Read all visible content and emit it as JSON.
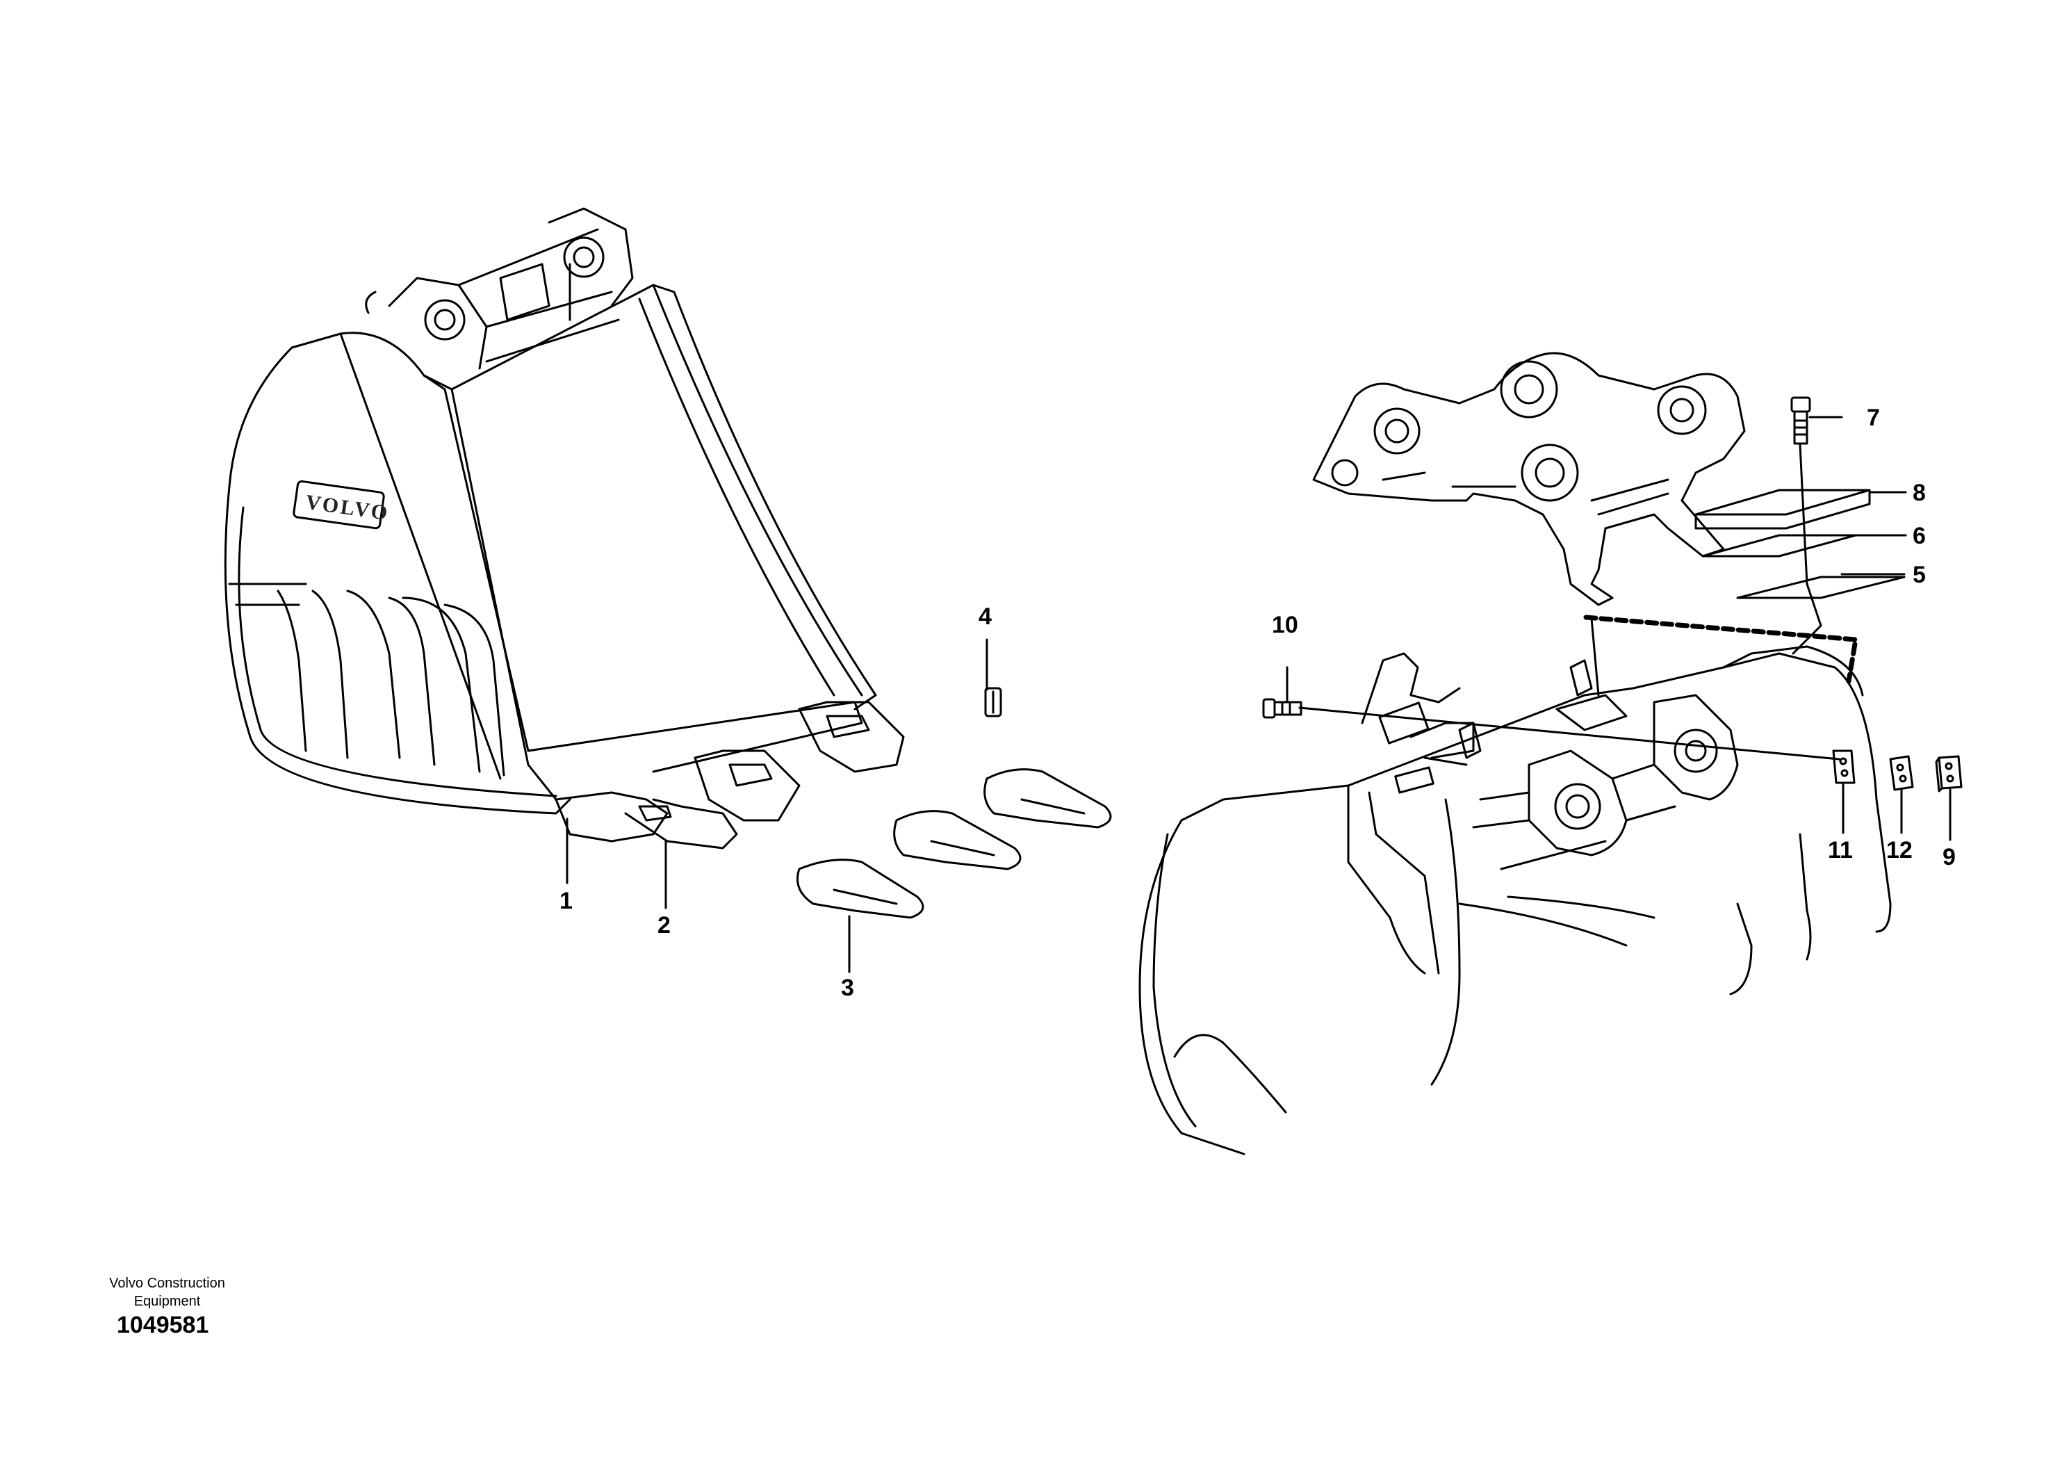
{
  "drawing": {
    "bucket_logo": "VOLVO",
    "callouts": [
      {
        "id": "c1",
        "label": "1"
      },
      {
        "id": "c2",
        "label": "2"
      },
      {
        "id": "c3",
        "label": "3"
      },
      {
        "id": "c4",
        "label": "4"
      },
      {
        "id": "c5",
        "label": "5"
      },
      {
        "id": "c6",
        "label": "6"
      },
      {
        "id": "c7",
        "label": "7"
      },
      {
        "id": "c8",
        "label": "8"
      },
      {
        "id": "c9",
        "label": "9"
      },
      {
        "id": "c10",
        "label": "10"
      },
      {
        "id": "c11",
        "label": "11"
      },
      {
        "id": "c12",
        "label": "12"
      }
    ]
  },
  "footer": {
    "company": "Volvo Construction Equipment",
    "drawing_number": "1049581"
  }
}
